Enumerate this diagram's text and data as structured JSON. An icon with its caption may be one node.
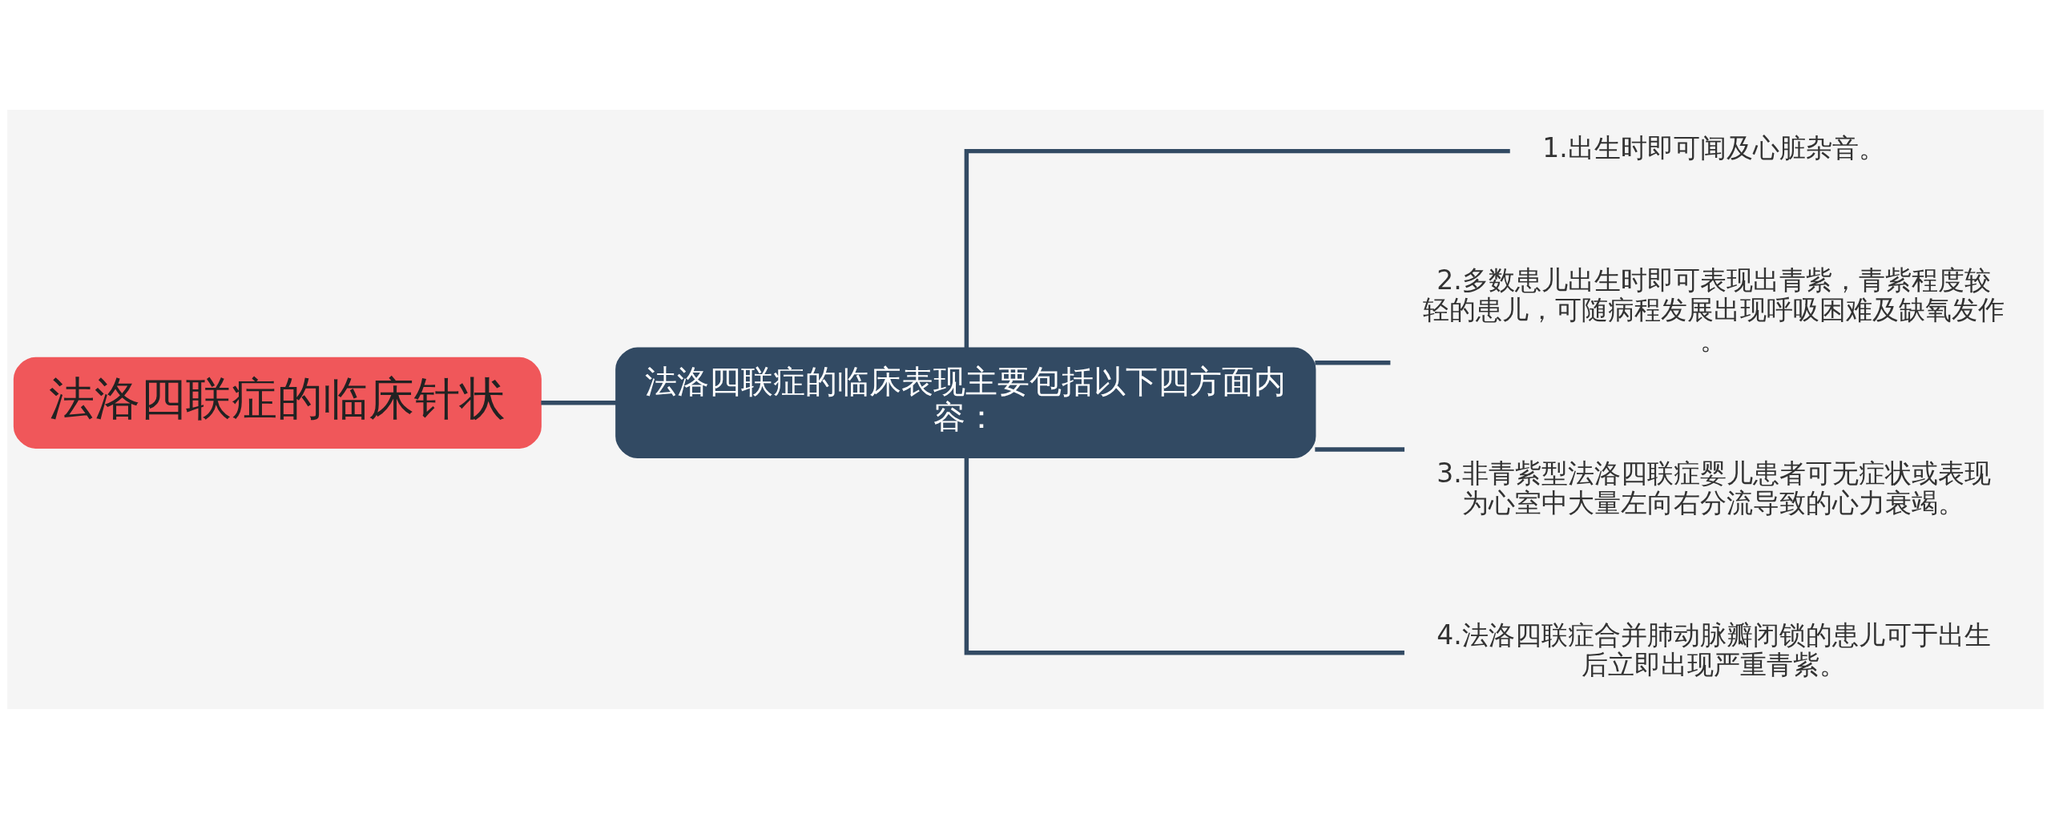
{
  "diagram": {
    "nodes": [
      {
        "text": [
          "法洛四联症的临床针状"
        ]
      },
      {
        "text": [
          "法洛四联症的临床表现主要包括以下四方面内容："
        ]
      },
      {
        "text": [
          "1.出生时即可闻及心脏杂音。"
        ]
      },
      {
        "text": [
          "2.多数患儿出生时即可表现出青紫，青紫程度较轻的患儿，可随病程发展出现呼吸困难及缺氧发作。"
        ]
      },
      {
        "text": [
          "3.非青紫型法洛四联症婴儿患者可无症状或表现为心室中大量左向右分流导致的心力衰竭。"
        ]
      },
      {
        "text": [
          "4.法洛四联症合并肺动脉瓣闭锁的患儿可于出生后立即出现严重青紫。"
        ]
      }
    ],
    "edges": [
      {
        "from": 0,
        "to": 1,
        "arrow": "none"
      },
      {
        "from": 1,
        "to": 2,
        "arrow": "none"
      },
      {
        "from": 1,
        "to": 3,
        "arrow": "none"
      },
      {
        "from": 1,
        "to": 4,
        "arrow": "none"
      },
      {
        "from": 1,
        "to": 5,
        "arrow": "none"
      }
    ]
  }
}
